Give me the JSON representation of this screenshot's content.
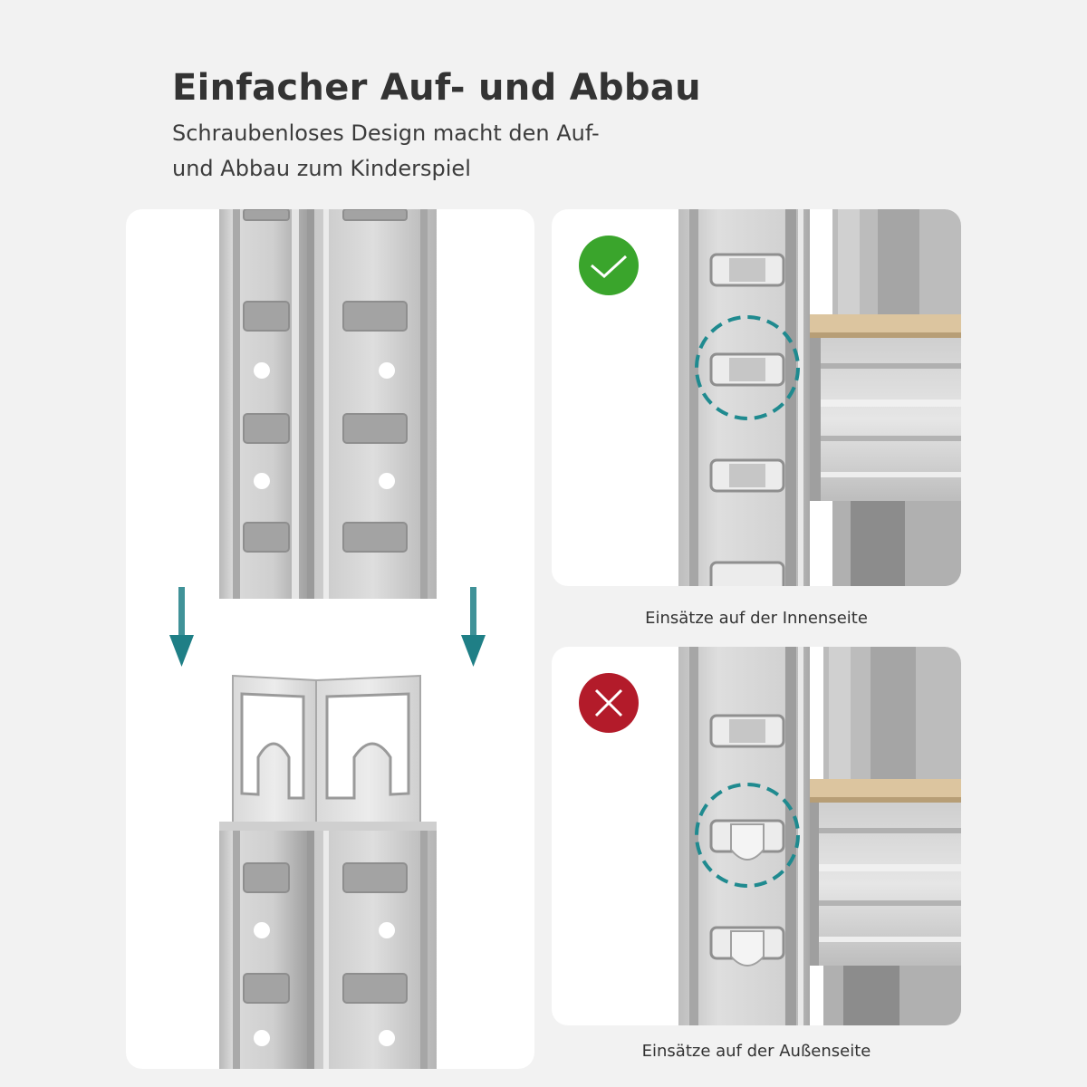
{
  "header": {
    "title": "Einfacher Auf- und Abbau",
    "subtitle_line1": "Schraubenloses Design macht den Auf-",
    "subtitle_line2": "und Abbau zum Kinderspiel"
  },
  "panels": {
    "assembly": {
      "arrow_color": "#1f7f86"
    },
    "correct": {
      "caption": "Einsätze auf der Innenseite",
      "badge_color": "#3aa52c",
      "badge_icon": "check-icon",
      "highlight_color": "#1f8a8f"
    },
    "wrong": {
      "caption": "Einsätze auf der Außenseite",
      "badge_color": "#b31b2a",
      "badge_icon": "cross-icon",
      "highlight_color": "#1f8a8f"
    }
  }
}
